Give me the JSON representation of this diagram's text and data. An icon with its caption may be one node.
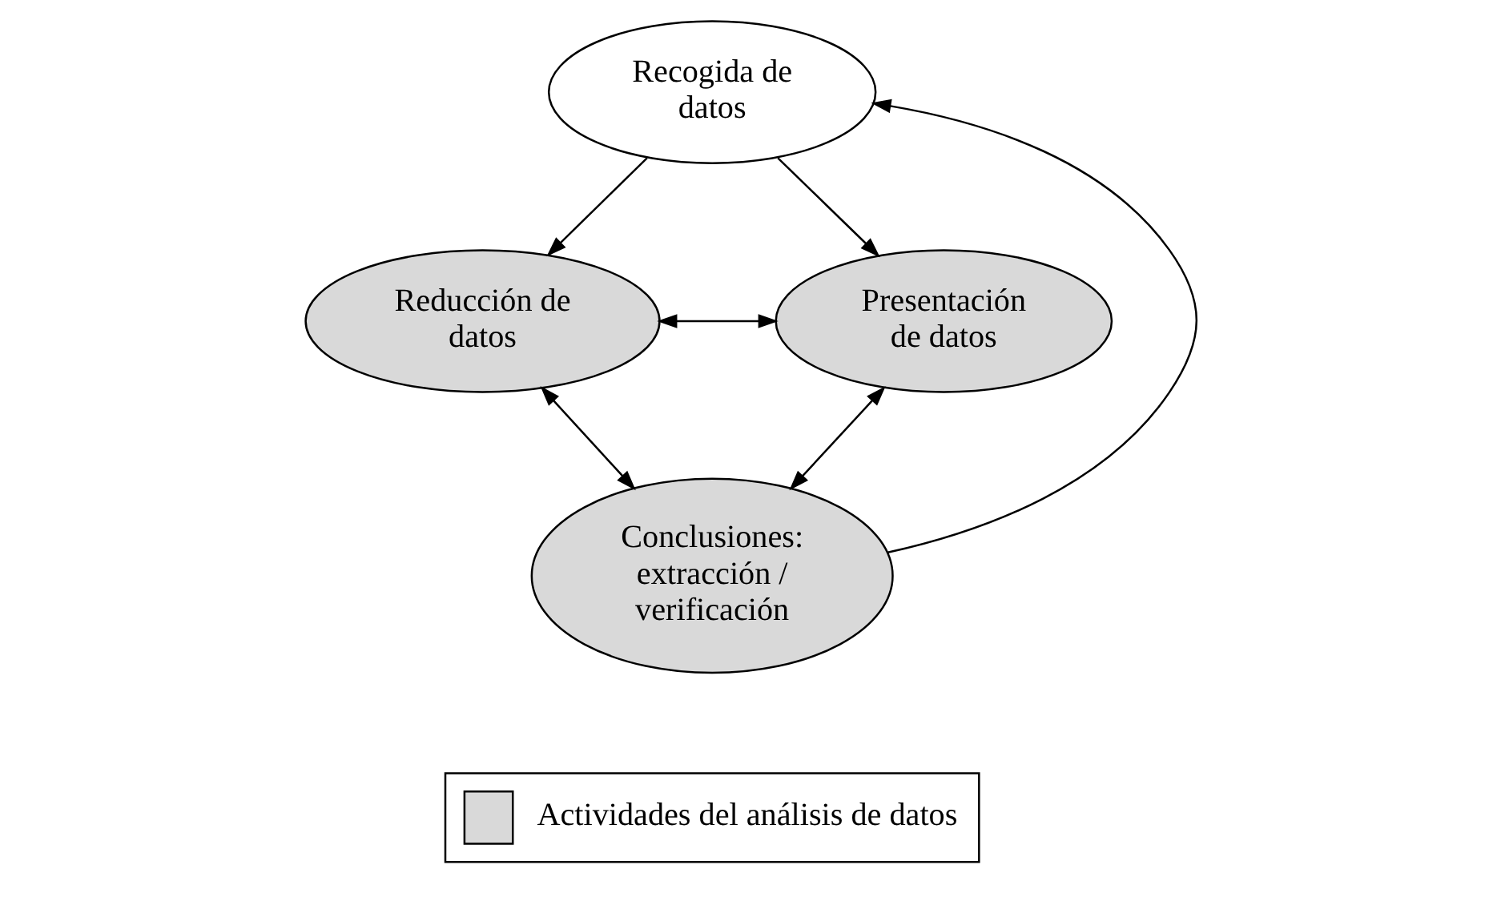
{
  "diagram": {
    "nodes": [
      {
        "text": [
          "Recogida de datos"
        ]
      },
      {
        "text": [
          "Presentación de datos"
        ]
      },
      {
        "text": [
          "Reducción de datos"
        ]
      },
      {
        "text": [
          "Conclusiones: extracción / verificación"
        ]
      }
    ],
    "edges": [
      {
        "from": 0,
        "to": 1,
        "arrow": "to"
      },
      {
        "from": 0,
        "to": 2,
        "arrow": "to"
      },
      {
        "from": 2,
        "to": 1,
        "arrow": "both"
      },
      {
        "from": 2,
        "to": 3,
        "arrow": "both"
      },
      {
        "from": 1,
        "to": 3,
        "arrow": "both"
      },
      {
        "from": 3,
        "to": 0,
        "arrow": "to"
      }
    ],
    "legend": [
      {
        "text": "Actividades del análisis de datos",
        "color": "#d9d9d9"
      }
    ]
  }
}
